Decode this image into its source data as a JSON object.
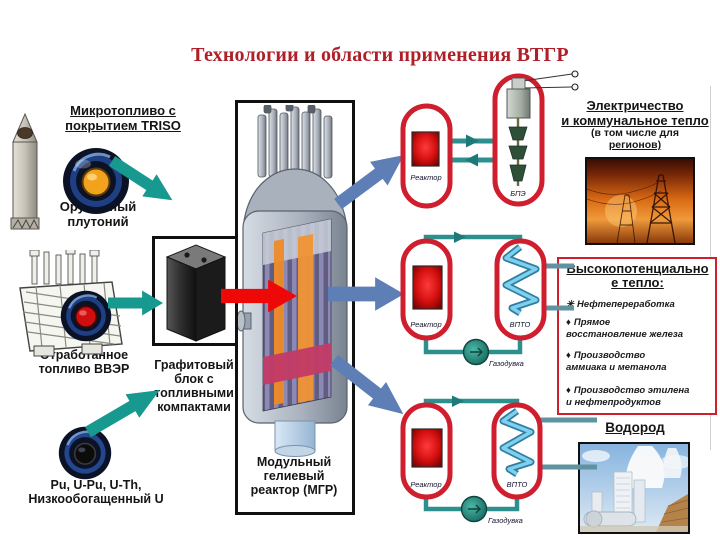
{
  "title": "Технологии и области применения ВТГР",
  "fuel_column": {
    "triso_label": "Микротопливо с покрытием TRISO",
    "weapons_plutonium_label": "Оружейный плутоний",
    "spent_fuel_label": "Отработанное топливо ВВЭР",
    "graphite_block_label": "Графитовый блок с топливными компактами",
    "fuel_types_label": "Pu, U-Pu, U-Th, Низкообогащенный U"
  },
  "reactor": {
    "label": "Модульный гелиевый реактор (МГР)"
  },
  "loops": {
    "reactor_label": "Реактор",
    "power_unit_label": "БПЭ",
    "heat_exchanger_label": "ВПТО",
    "gas_blower_label": "Газодувка"
  },
  "applications": {
    "electricity": {
      "line1": "Электричество",
      "line2": "и коммунальное тепло",
      "sub1": "(в том числе для",
      "sub2": "регионов)"
    },
    "high_potential_heat": {
      "title": "Высокопотенциальное тепло:",
      "items": [
        {
          "bullet": "✳",
          "text": "Нефтепереработка"
        },
        {
          "bullet": "♦",
          "text": "Прямое\nвосстановление железа"
        },
        {
          "bullet": "♦",
          "text": "Производство\nаммиака и метанола"
        },
        {
          "bullet": "♦",
          "text": "Производство этилена\nи нефтепродуктов"
        }
      ]
    },
    "hydrogen": {
      "title": "Водород"
    }
  },
  "colors": {
    "title_red": "#b01e28",
    "loop_red": "#cf1e2e",
    "teal_arrow": "#18998f",
    "steel_blue_arrow": "#5d7fb5",
    "red_arrow": "#ee0808"
  }
}
